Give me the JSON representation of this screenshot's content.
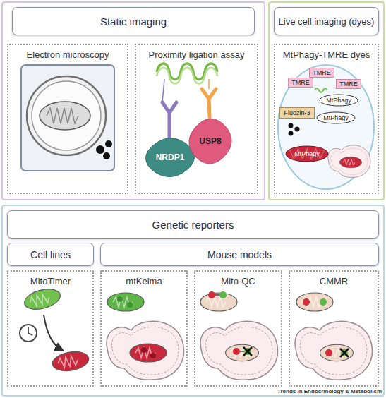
{
  "diagram": {
    "nodes": [
      {
        "text": [
          "Static imaging"
        ]
      },
      {
        "text": [
          "Electron microscopy"
        ],
        "in": 0
      },
      {
        "text": [
          "Proximity ligation assay"
        ],
        "in": 0
      },
      {
        "text": [
          "USP8"
        ],
        "in": 2
      },
      {
        "text": [
          "NRDP1"
        ],
        "in": 2
      },
      {
        "text": [
          "Live cell imaging (dyes)"
        ]
      },
      {
        "text": [
          "MtPhagy-TMRE dyes"
        ],
        "in": 5
      },
      {
        "text": [
          "TMRE"
        ],
        "in": 6
      },
      {
        "text": [
          "TMRE"
        ],
        "in": 6
      },
      {
        "text": [
          "TMRE"
        ],
        "in": 6
      },
      {
        "text": [
          "MtPhagy"
        ],
        "in": 6
      },
      {
        "text": [
          "Fluozin-3"
        ],
        "in": 6
      },
      {
        "text": [
          "MtPhagy"
        ],
        "in": 6
      },
      {
        "text": [
          "MtPhagy"
        ],
        "in": 6
      },
      {
        "text": [
          "Genetic reporters"
        ]
      },
      {
        "text": [
          "Cell lines"
        ],
        "in": 14
      },
      {
        "text": [
          "Mouse models"
        ],
        "in": 14
      },
      {
        "text": [
          "MitoTimer"
        ],
        "in": 14
      },
      {
        "text": [
          "mtKeima"
        ],
        "in": 14
      },
      {
        "text": [
          "Mito-QC"
        ],
        "in": 14
      },
      {
        "text": [
          "CMMR"
        ],
        "in": 14
      }
    ],
    "labels": [
      "Trends in Endocrinology & Metabolism"
    ]
  }
}
